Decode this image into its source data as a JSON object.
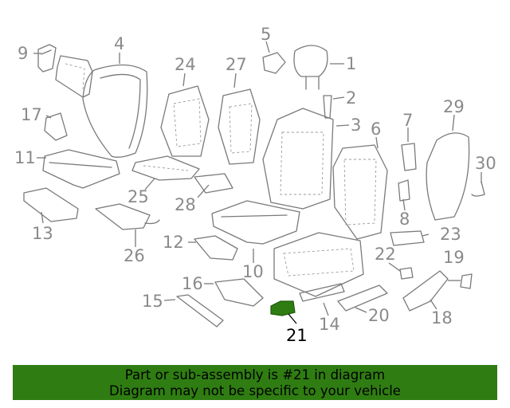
{
  "callouts": {
    "c1": "1",
    "c2": "2",
    "c3": "3",
    "c4": "4",
    "c5": "5",
    "c6": "6",
    "c7": "7",
    "c8": "8",
    "c9": "9",
    "c10": "10",
    "c11": "11",
    "c12": "12",
    "c13": "13",
    "c14": "14",
    "c15": "15",
    "c16": "16",
    "c17": "17",
    "c18": "18",
    "c19": "19",
    "c20": "20",
    "c21": "21",
    "c22": "22",
    "c23": "23",
    "c24": "24",
    "c25": "25",
    "c26": "26",
    "c27": "27",
    "c28": "28",
    "c29": "29",
    "c30": "30"
  },
  "highlight": {
    "part_number": "21",
    "color": "#2f7d12"
  },
  "banner": {
    "line1": "Part or sub-assembly is #21 in diagram",
    "line2": "Diagram may not be specific to your vehicle",
    "background": "#2f7d12"
  }
}
